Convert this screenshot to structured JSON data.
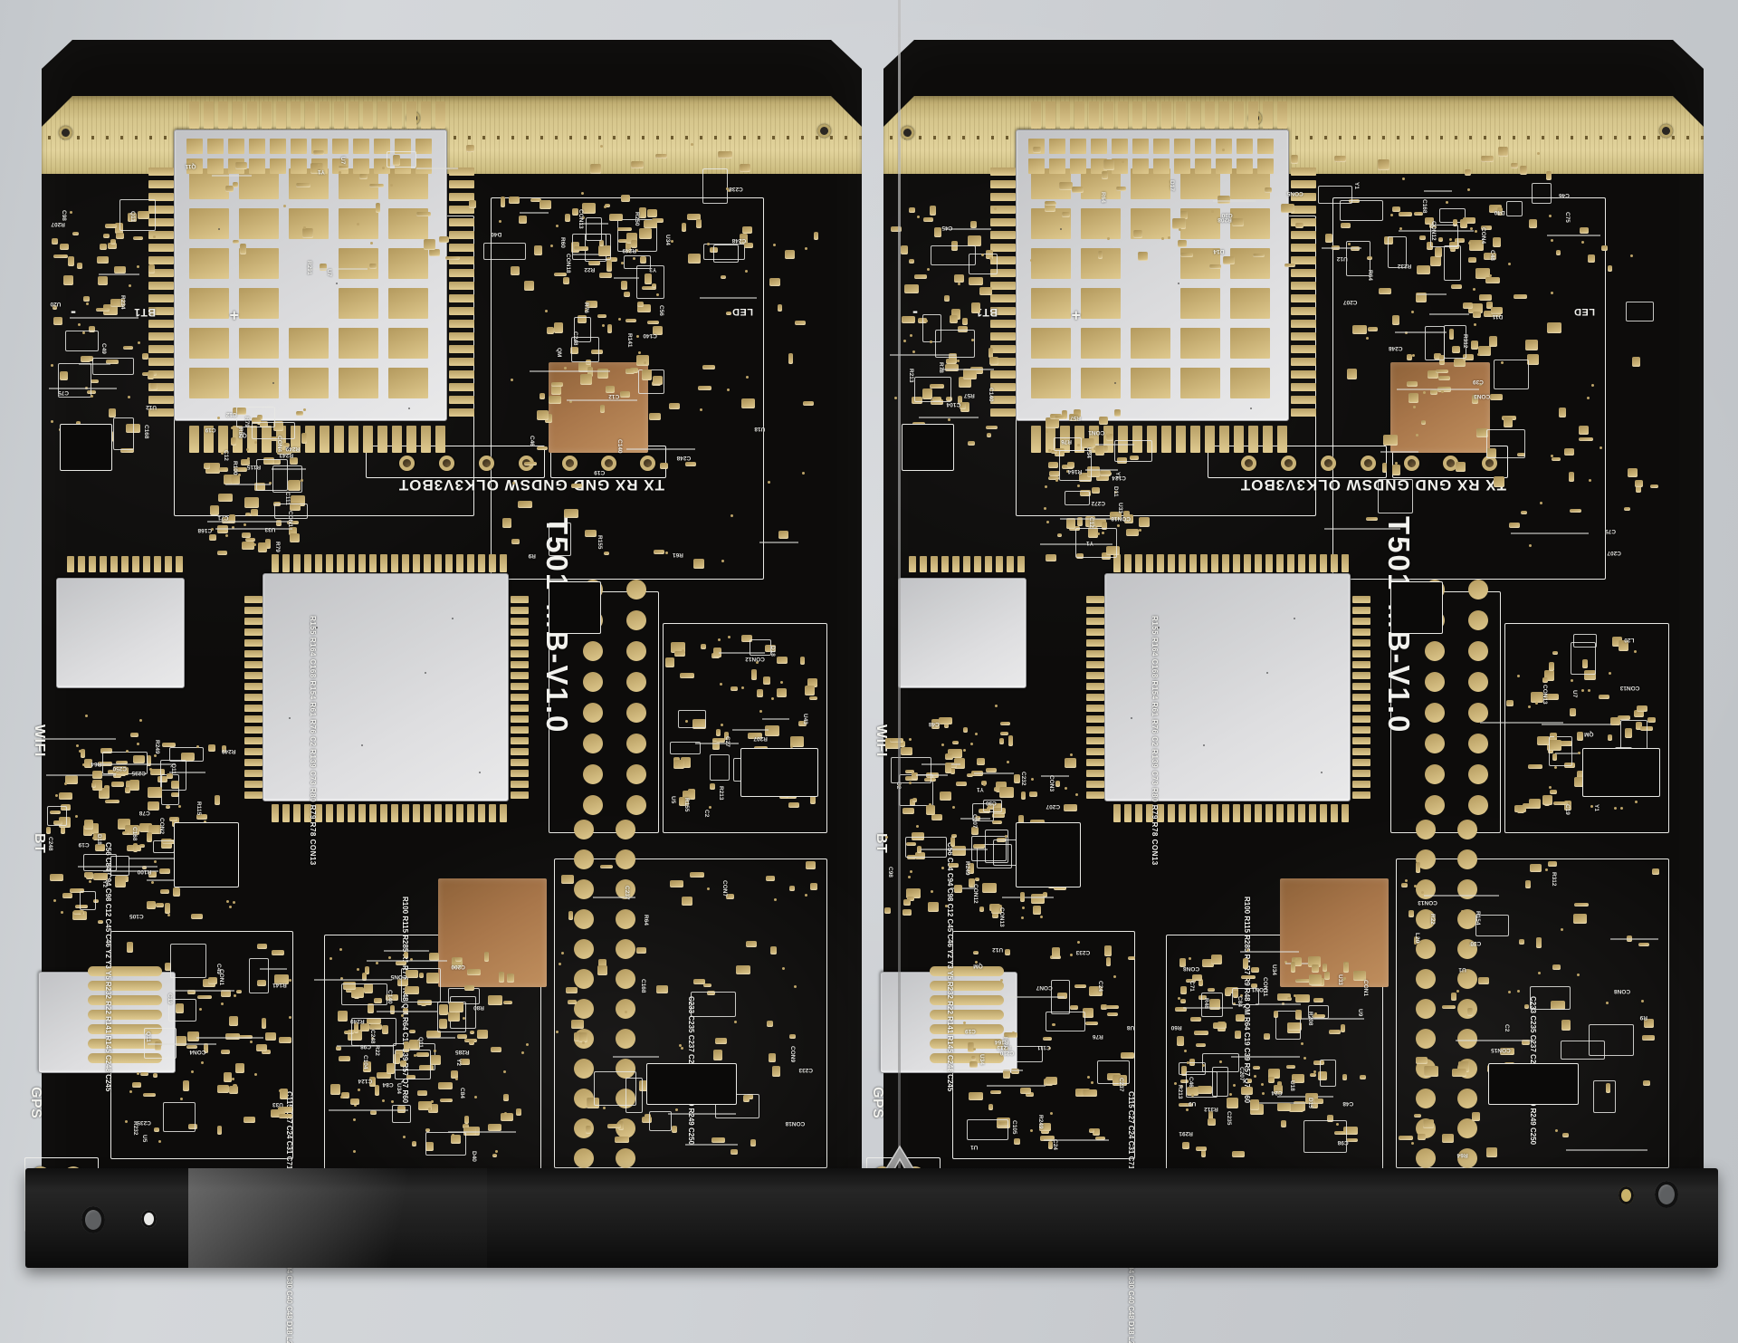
{
  "scene": {
    "subject": "printed-circuit-board-panel-photograph",
    "description": "Close-up photo of a two-up PCB panel, black solder mask with ENIG gold pads, photographed on a light grey surface",
    "background_color": "#c9ccd0",
    "soldermask_color": "#0d0c0b",
    "pad_gold_color": "#c9b277",
    "silkscreen_color": "#f2f2ee",
    "module_shield_color": "#dedee0",
    "copper_pour_color": "#a8764a",
    "panel_rail_color": "#d9c88a"
  },
  "panel": {
    "boards": 2,
    "orientation_note": "left board rotated 180 degrees relative to right board",
    "board_name": "T501-MB-V1.0"
  },
  "silkscreen": {
    "board_id": "T501-MB-V1.0",
    "header_pin_labels": "TX RX GND GNDSW OLK3V3BOT",
    "header_pins": [
      "TX",
      "RX",
      "GND",
      "GNDSW",
      "OLK",
      "3V3",
      "BOT"
    ],
    "rf_labels": [
      "GPS",
      "WIFI",
      "BT"
    ],
    "battery_label": "BT1",
    "battery_polarity": [
      "+",
      "-"
    ],
    "led_label": "LED",
    "connectors": [
      "CON1",
      "CON2",
      "CON3",
      "CON4",
      "CON5",
      "CON6",
      "CON7",
      "CON8",
      "CON9",
      "CON11",
      "CON12",
      "CON13",
      "CON15",
      "CON18"
    ],
    "ics": [
      "U1",
      "U3",
      "U5",
      "U7",
      "U8",
      "U9",
      "U12",
      "U18",
      "U20",
      "U33",
      "U34",
      "U43"
    ],
    "designator_clusters": [
      {
        "name": "cluster-u20-left",
        "labels": [
          "R155",
          "R164",
          "C168",
          "R154",
          "R61",
          "R76",
          "C2",
          "R139",
          "C73",
          "R80",
          "R79",
          "R78",
          "CON13"
        ]
      },
      {
        "name": "cluster-top-right",
        "labels": [
          "R100",
          "R115",
          "R285",
          "R1",
          "R7",
          "R9",
          "R48",
          "QM",
          "R64",
          "C19",
          "C39",
          "R57",
          "Q7",
          "R60"
        ]
      },
      {
        "name": "cluster-left-top",
        "labels": [
          "C233",
          "C235",
          "C237",
          "C238",
          "C232",
          "D40",
          "R249",
          "C250"
        ]
      },
      {
        "name": "cluster-battery",
        "labels": [
          "BT1",
          "D17",
          "D15",
          "R207",
          "R208",
          "R213",
          "D14",
          "R291",
          "R312"
        ]
      },
      {
        "name": "cluster-power",
        "labels": [
          "C115",
          "C27",
          "C24",
          "C31",
          "C71",
          "C75",
          "C78",
          "C49",
          "C124",
          "C105",
          "C104",
          "C30",
          "C40",
          "C48",
          "D18",
          "L20",
          "C272"
        ]
      },
      {
        "name": "cluster-rf",
        "labels": [
          "C56",
          "C84",
          "C94",
          "C98",
          "C12",
          "C45",
          "C46",
          "Y2",
          "Y3",
          "Y5",
          "R232",
          "R22",
          "R141",
          "R145",
          "C248",
          "C245"
        ]
      }
    ],
    "misc_text": [
      "D11",
      "Y1",
      "R249",
      "R243",
      "Q11",
      "R22",
      "C111",
      "C140",
      "C159",
      "R250",
      "R234",
      "C207",
      "C210",
      "C200"
    ]
  },
  "features": {
    "large_lga_module": {
      "name": "lga-rf-module",
      "pad_rows": 6,
      "pad_cols": 5,
      "bottom_small_pad_rows": 2,
      "bottom_small_pad_cols": 12
    },
    "bga_module": {
      "name": "bga-processor-module",
      "surface": "silver"
    },
    "edge_connector": {
      "name": "gold-finger-rail",
      "position": "panel bottom and top rails"
    },
    "mounting_holes": 4,
    "tooling_holes": 6
  },
  "colors": {
    "gold": "#c9b277",
    "black": "#0d0c0b",
    "white": "#f2f2ee",
    "silver": "#dedee0",
    "copper": "#a8764a",
    "rail": "#d9c88a"
  }
}
